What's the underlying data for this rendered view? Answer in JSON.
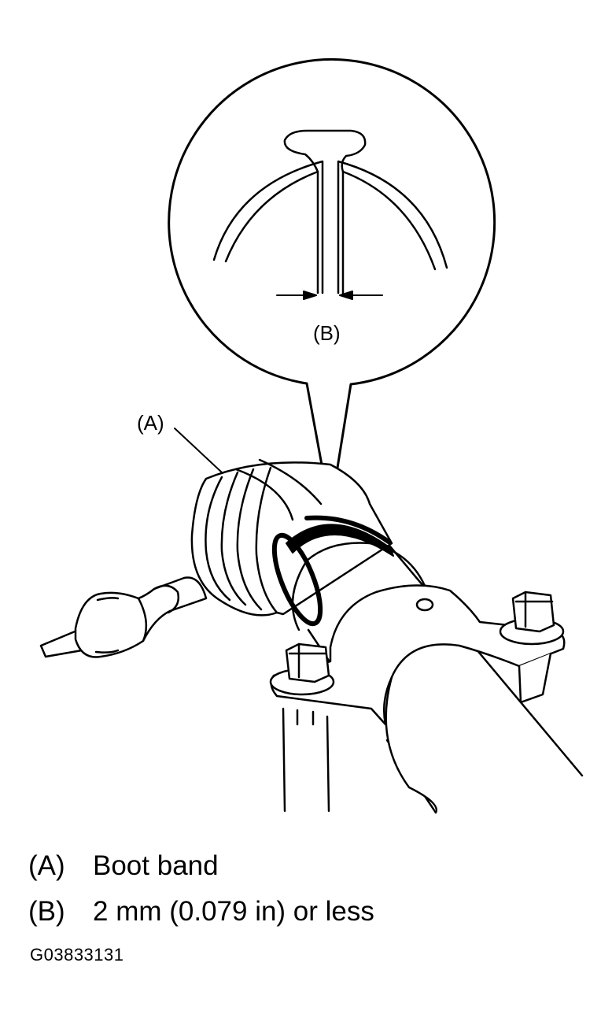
{
  "callouts": {
    "a": "(A)",
    "b": "(B)"
  },
  "legend": [
    {
      "key": "(A)",
      "text": "Boot band"
    },
    {
      "key": "(B)",
      "text": "2 mm (0.079 in) or less"
    }
  ],
  "figure_code": "G03833131",
  "colors": {
    "line": "#000000",
    "background": "#ffffff"
  }
}
